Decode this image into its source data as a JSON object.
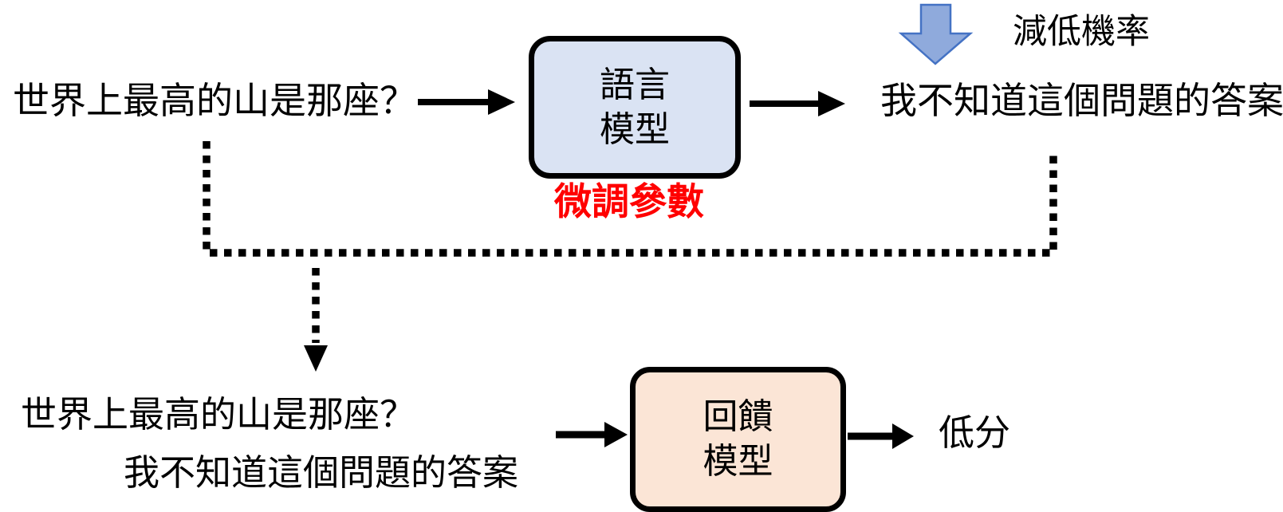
{
  "diagram_title": "language-model-feedback-finetuning-flow",
  "colors": {
    "background": "#ffffff",
    "text": "#000000",
    "connector": "#000000",
    "language_model_box_fill": "#dae3f3",
    "feedback_model_box_fill": "#fbe5d6",
    "box_border": "#000000",
    "finetune_text": "#ff0000",
    "down_block_arrow_fill": "#8faadc",
    "down_block_arrow_border": "#4472c4"
  },
  "icons": {
    "flow_arrow_glyph": "→",
    "down_block_arrow_glyph": "↓",
    "dotted_connector_glyph": "⌐",
    "dotted_down_arrow_glyph": "↓"
  },
  "top_flow": {
    "prompt": "世界上最高的山是那座？",
    "model_label_lines": [
      "語言",
      "模型"
    ],
    "response": "我不知道這個問題的答案",
    "finetune_label": "微調參數",
    "probability_label": "減低機率"
  },
  "bottom_flow": {
    "prompt": "世界上最高的山是那座？",
    "response": "我不知道這個問題的答案",
    "model_label_lines": [
      "回饋",
      "模型"
    ],
    "score_label": "低分"
  }
}
